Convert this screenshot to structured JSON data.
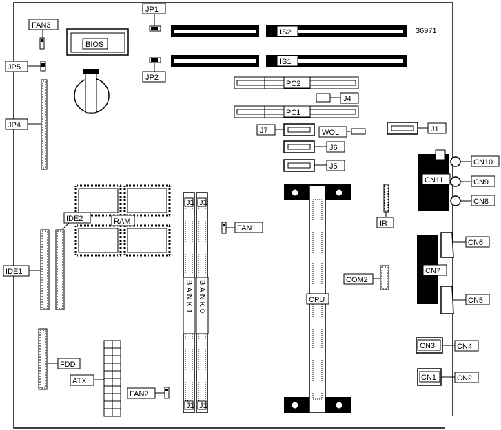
{
  "board": {
    "model_number": "36971"
  },
  "labels": {
    "jp1": "JP1",
    "jp2": "JP2",
    "jp4": "JP4",
    "jp5": "JP5",
    "fan1": "FAN1",
    "fan2": "FAN2",
    "fan3": "FAN3",
    "bios": "BIOS",
    "is1": "IS1",
    "is2": "IS2",
    "pc1": "PC1",
    "pc2": "PC2",
    "j1": "J1",
    "j4": "J4",
    "j5": "J5",
    "j6": "J6",
    "j7": "J7",
    "wol": "WOL",
    "ir": "IR",
    "ram": "RAM",
    "ide1": "IDE1",
    "ide2": "IDE2",
    "fdd": "FDD",
    "atx": "ATX",
    "cpu": "CPU",
    "com2": "COM2",
    "cn1": "CN1",
    "cn2": "CN2",
    "cn3": "CN3",
    "cn4": "CN4",
    "cn5": "CN5",
    "cn6": "CN6",
    "cn7": "CN7",
    "cn8": "CN8",
    "cn9": "CN9",
    "cn10": "CN10",
    "cn11": "CN11",
    "bank0": "BANK0",
    "bank1": "BANK1",
    "dimm_j1_a": "J1",
    "dimm_j1_b": "J1",
    "dimm_j1_c": "J1",
    "dimm_j1_d": "J1"
  }
}
